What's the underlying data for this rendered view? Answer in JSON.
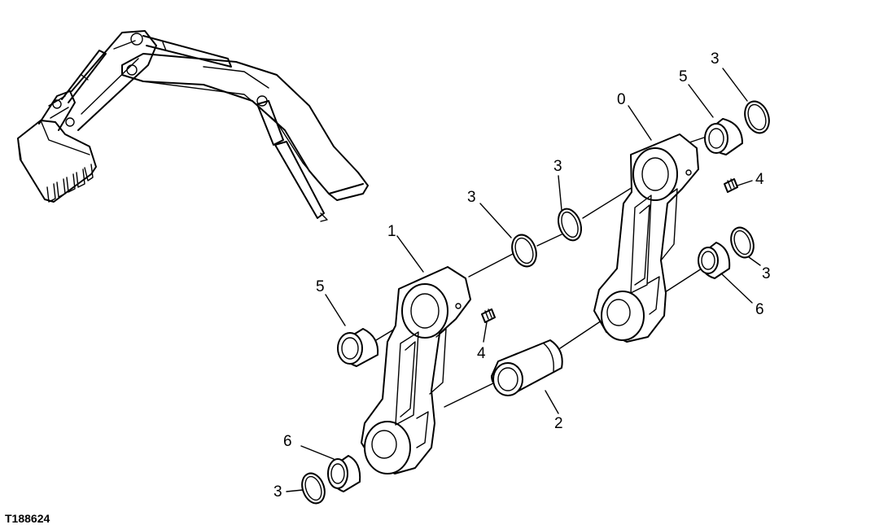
{
  "figure_id": "T188624",
  "callouts": {
    "link_right": "0",
    "link_left": "1",
    "pin": "2",
    "ring_top_far": "3",
    "ring_mid_left": "3",
    "ring_mid_right": "3",
    "ring_right_lower": "3",
    "ring_bottom_left": "3",
    "fitting_right": "4",
    "fitting_left": "4",
    "bushing_top_right": "5",
    "bushing_left": "5",
    "bushing_lower_right": "6",
    "bushing_bottom_left": "6"
  }
}
